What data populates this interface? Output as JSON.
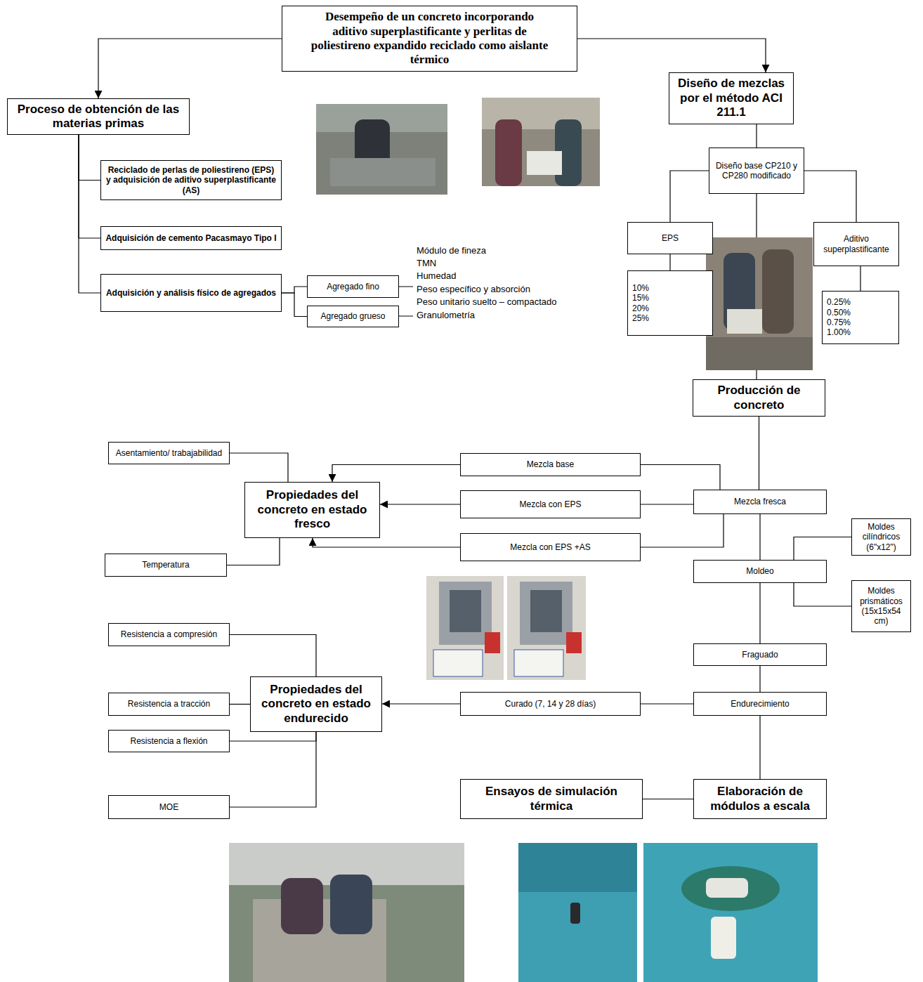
{
  "diagram": {
    "nodes": [
      {
        "text": [
          "Desempeño de un concreto incorporando aditivo superplastificante y perlitas de poliestireno expandido reciclado como aislante térmico"
        ]
      },
      {
        "text": [
          "Proceso de obtención de las materias primas"
        ]
      },
      {
        "text": [
          "Reciclado de perlas de poliestireno (EPS) y adquisición de aditivo superplastificante (AS)"
        ]
      },
      {
        "text": [
          "Adquisición de cemento Pacasmayo Tipo I"
        ]
      },
      {
        "text": [
          "Adquisición y análisis físico de agregados"
        ]
      },
      {
        "text": [
          "Agregado fino"
        ]
      },
      {
        "text": [
          "Agregado grueso"
        ]
      },
      {
        "text": [
          "Diseño de mezclas por el método ACI 211.1"
        ]
      },
      {
        "text": [
          "Diseño base CP210 y CP280 modificado"
        ]
      },
      {
        "text": [
          "EPS"
        ]
      },
      {
        "text": [
          "10%",
          "15%",
          "20%",
          "25%"
        ]
      },
      {
        "text": [
          "Aditivo superplastificante"
        ]
      },
      {
        "text": [
          "0.25%",
          "0.50%",
          "0.75%",
          "1.00%"
        ]
      },
      {
        "text": [
          "Producción de concreto"
        ]
      },
      {
        "text": [
          "Asentamiento/ trabajabilidad"
        ]
      },
      {
        "text": [
          "Propiedades del concreto en estado fresco"
        ]
      },
      {
        "text": [
          "Mezcla base"
        ]
      },
      {
        "text": [
          "Mezcla con EPS"
        ]
      },
      {
        "text": [
          "Mezcla fresca"
        ]
      },
      {
        "text": [
          "Temperatura"
        ]
      },
      {
        "text": [
          "Mezcla con EPS +AS"
        ]
      },
      {
        "text": [
          "Moldes cilíndricos (6\"x12\")"
        ]
      },
      {
        "text": [
          "Moldeo"
        ]
      },
      {
        "text": [
          "Moldes prismáticos (15x15x54 cm)"
        ]
      },
      {
        "text": [
          "Resistencia a compresión"
        ]
      },
      {
        "text": [
          "Fraguado"
        ]
      },
      {
        "text": [
          "Propiedades del concreto en estado endurecido"
        ]
      },
      {
        "text": [
          "Resistencia a tracción"
        ]
      },
      {
        "text": [
          "Curado (7, 14 y 28 días)"
        ]
      },
      {
        "text": [
          "Endurecimiento"
        ]
      },
      {
        "text": [
          "Resistencia a flexión"
        ]
      },
      {
        "text": [
          "MOE"
        ]
      },
      {
        "text": [
          "Ensayos de simulación térmica"
        ]
      },
      {
        "text": [
          "Elaboración de módulos a escala"
        ]
      }
    ],
    "edges": [
      {
        "from": 0,
        "to": 1,
        "arrow": "to"
      },
      {
        "from": 0,
        "to": 7,
        "arrow": "to"
      },
      {
        "from": 1,
        "to": 2,
        "arrow": "none"
      },
      {
        "from": 1,
        "to": 3,
        "arrow": "none"
      },
      {
        "from": 1,
        "to": 4,
        "arrow": "none"
      },
      {
        "from": 4,
        "to": 5,
        "arrow": "none"
      },
      {
        "from": 4,
        "to": 6,
        "arrow": "none"
      },
      {
        "from": 7,
        "to": 8,
        "arrow": "none"
      },
      {
        "from": 8,
        "to": 9,
        "arrow": "none"
      },
      {
        "from": 8,
        "to": 11,
        "arrow": "none"
      },
      {
        "from": 8,
        "to": 13,
        "arrow": "none"
      },
      {
        "from": 9,
        "to": 10,
        "arrow": "none"
      },
      {
        "from": 11,
        "to": 12,
        "arrow": "none"
      },
      {
        "from": 13,
        "to": 18,
        "arrow": "none"
      },
      {
        "from": 18,
        "to": 16,
        "arrow": "none"
      },
      {
        "from": 18,
        "to": 17,
        "arrow": "none"
      },
      {
        "from": 18,
        "to": 20,
        "arrow": "none"
      },
      {
        "from": 16,
        "to": 15,
        "arrow": "to"
      },
      {
        "from": 17,
        "to": 15,
        "arrow": "to"
      },
      {
        "from": 20,
        "to": 15,
        "arrow": "to"
      },
      {
        "from": 14,
        "to": 15,
        "arrow": "none"
      },
      {
        "from": 19,
        "to": 15,
        "arrow": "none"
      },
      {
        "from": 18,
        "to": 22,
        "arrow": "none"
      },
      {
        "from": 22,
        "to": 21,
        "arrow": "none"
      },
      {
        "from": 22,
        "to": 23,
        "arrow": "none"
      },
      {
        "from": 22,
        "to": 25,
        "arrow": "none"
      },
      {
        "from": 25,
        "to": 29,
        "arrow": "none"
      },
      {
        "from": 29,
        "to": 33,
        "arrow": "none"
      },
      {
        "from": 29,
        "to": 28,
        "arrow": "none"
      },
      {
        "from": 28,
        "to": 26,
        "arrow": "to"
      },
      {
        "from": 26,
        "to": 24,
        "arrow": "none"
      },
      {
        "from": 26,
        "to": 27,
        "arrow": "none"
      },
      {
        "from": 26,
        "to": 30,
        "arrow": "none"
      },
      {
        "from": 26,
        "to": 31,
        "arrow": "none"
      },
      {
        "from": 33,
        "to": 32,
        "arrow": "none"
      }
    ],
    "labels": [
      "Módulo de fineza",
      "TMN",
      "Humedad",
      "Peso específico y absorción",
      "Peso unitario suelto – compactado",
      "Granulometría"
    ]
  }
}
